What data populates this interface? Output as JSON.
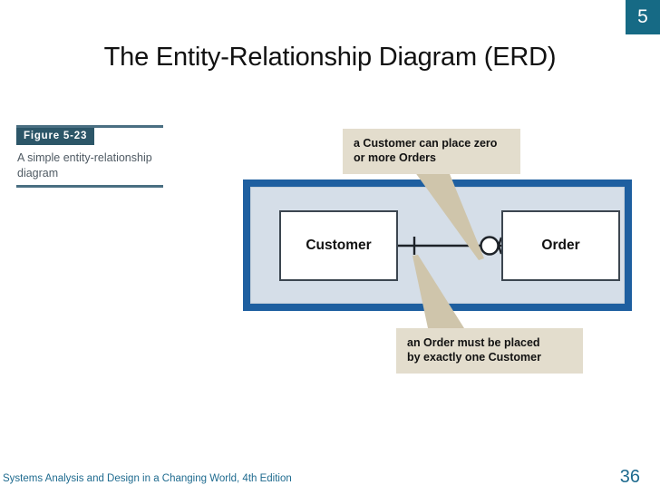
{
  "slide": {
    "number_badge": "5",
    "title": "The Entity-Relationship Diagram (ERD)"
  },
  "figure": {
    "label": "Figure 5-23",
    "description": "A simple entity-relationship diagram"
  },
  "callouts": {
    "top": "a Customer can place zero\nor more Orders",
    "bottom": "an Order must be placed\nby exactly one Customer"
  },
  "erd": {
    "entities": [
      {
        "name": "Customer"
      },
      {
        "name": "Order"
      }
    ],
    "relationship": {
      "customer_side_notation": "one (single tick)",
      "order_side_notation": "zero-or-many (circle + crow's foot)"
    }
  },
  "footer": {
    "source": "Systems Analysis and Design in a Changing World, 4th Edition",
    "page": "36"
  },
  "colors": {
    "badge_teal": "#166a85",
    "figure_label_teal": "#2c5668",
    "figure_rule": "#4a6f82",
    "callout_tan": "#e3ddcd",
    "pointer_tan": "#cfc5ab",
    "erd_border_blue": "#1e5fa0",
    "erd_fill": "#d5dee8",
    "entity_border": "#3c4650",
    "footer_teal": "#1f6b8f"
  }
}
